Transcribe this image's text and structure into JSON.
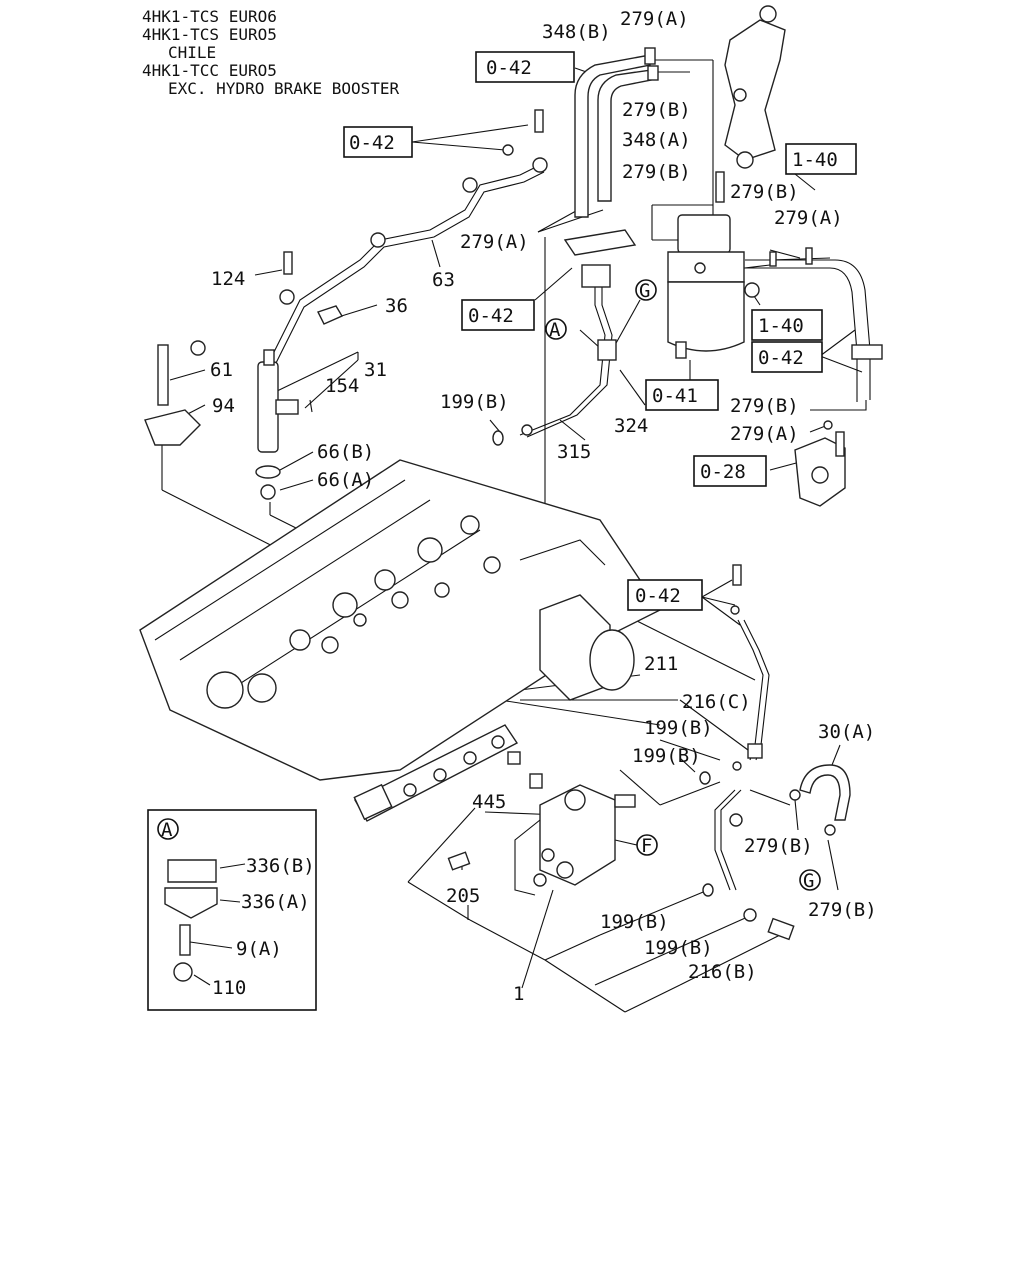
{
  "header": {
    "lines": [
      "4HK1-TCS EURO6",
      "4HK1-TCS EURO5",
      "CHILE",
      "4HK1-TCC EURO5",
      "EXC. HYDRO BRAKE BOOSTER"
    ]
  },
  "refs": {
    "r042": "0-42",
    "r140": "1-40",
    "r041": "0-41",
    "r028": "0-28"
  },
  "callouts": {
    "A": "A",
    "G": "G",
    "F": "F"
  },
  "labels": {
    "l348b": "348(B)",
    "l348a": "348(A)",
    "l279a": "279(A)",
    "l279b": "279(B)",
    "l124": "124",
    "l63": "63",
    "l36": "36",
    "l31": "31",
    "l61": "61",
    "l154": "154",
    "l94": "94",
    "l199b": "199(B)",
    "l315": "315",
    "l324": "324",
    "l66b": "66(B)",
    "l66a": "66(A)",
    "l211": "211",
    "l216c": "216(C)",
    "l30a": "30(A)",
    "l445": "445",
    "l205": "205",
    "l1": "1",
    "l216b": "216(B)",
    "l336b": "336(B)",
    "l336a": "336(A)",
    "l9a": "9(A)",
    "l110": "110"
  },
  "inset": {
    "title": "A"
  }
}
